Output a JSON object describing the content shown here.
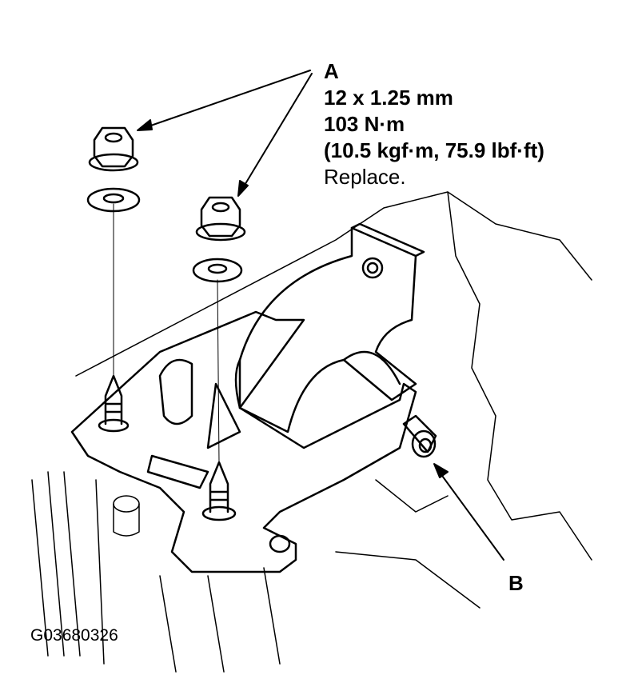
{
  "callout_a": {
    "letter": "A",
    "size": "12 x 1.25 mm",
    "torque_nm": "103 N·m",
    "torque_alt": "(10.5 kgf·m, 75.9 lbf·ft)",
    "note": "Replace."
  },
  "callout_b": {
    "letter": "B"
  },
  "figure_id": "G03680326",
  "colors": {
    "ink": "#000000",
    "background": "#ffffff"
  }
}
